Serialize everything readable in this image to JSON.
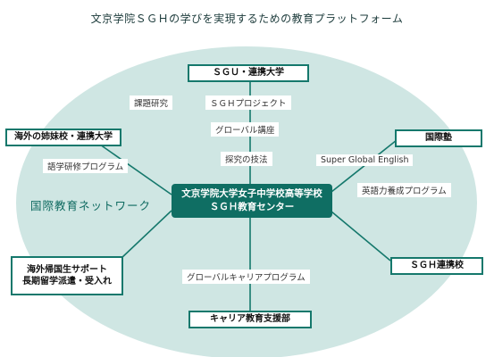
{
  "title": "文京学院ＳＧＨの学びを実現するための教育プラットフォーム",
  "center": {
    "line1": "文京学院大学女子中学校高等学校",
    "line2": "ＳＧＨ教育センター"
  },
  "network_label": "国際教育ネットワーク",
  "boxes": {
    "sgu": "ＳＧＵ・連携大学",
    "sister": "海外の姉妹校・連携大学",
    "intl_assoc": "国際塾",
    "overseas_line1": "海外帰国生サポート",
    "overseas_line2": "長期留学派遣・受入れ",
    "sgh_partner": "ＳＧＨ連携校",
    "career": "キャリア教育支援部"
  },
  "labels": {
    "research": "課題研究",
    "sgh_project": "ＳＧＨプロジェクト",
    "global_lecture": "グローバル講座",
    "inquiry": "探究の技法",
    "training": "語学研修プログラム",
    "super_global": "Super Global English",
    "english_program": "英語力養成プログラム",
    "global_career": "グローバルキャリアプログラム"
  },
  "colors": {
    "ellipse": "#cfe6e3",
    "accent": "#15786c",
    "center_fill": "#0f6e63"
  }
}
